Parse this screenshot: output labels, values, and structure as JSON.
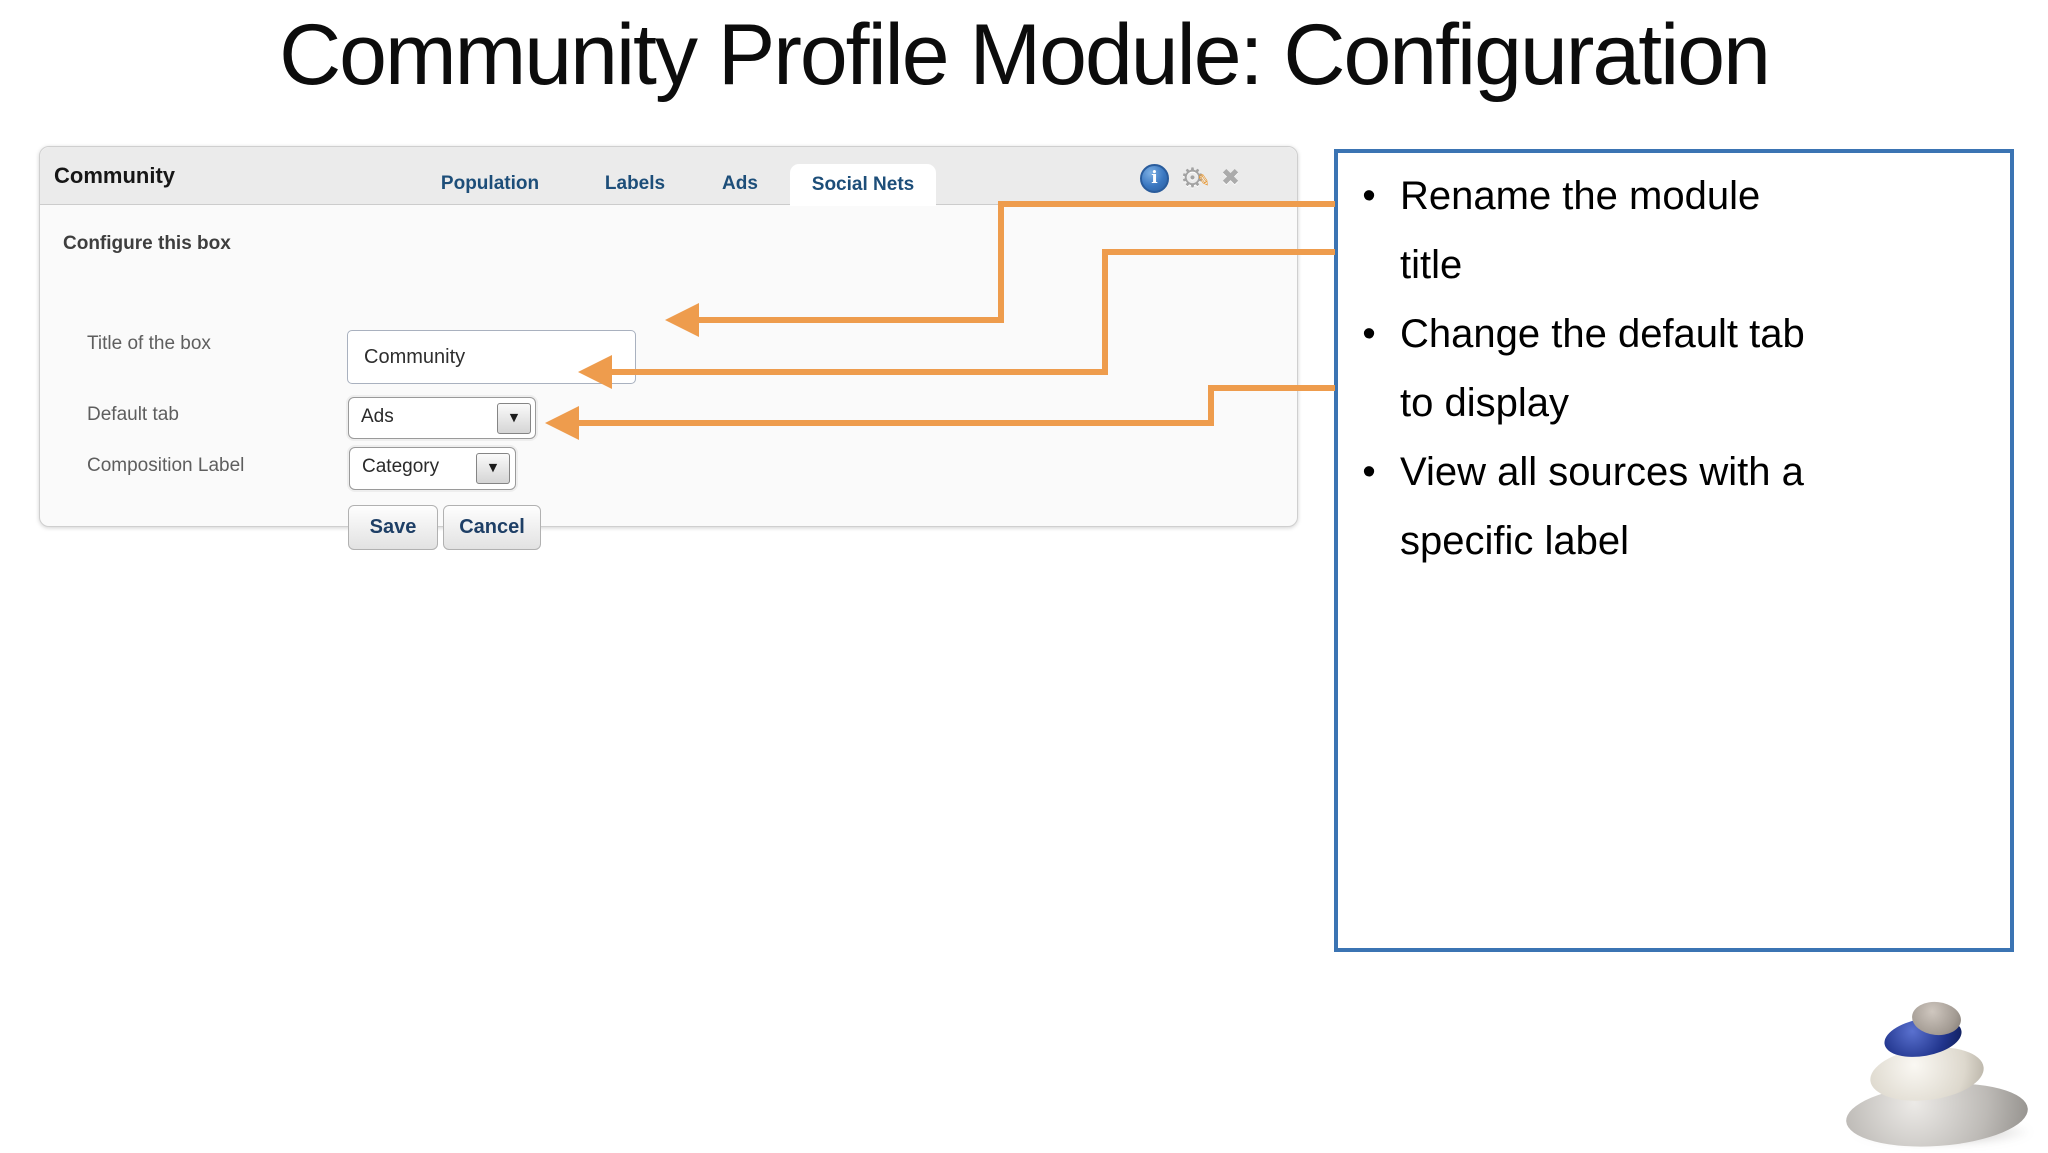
{
  "slide": {
    "title": "Community Profile Module: Configuration"
  },
  "module": {
    "header": {
      "title": "Community"
    },
    "tabs": [
      {
        "label": "Population",
        "active": false
      },
      {
        "label": "Labels",
        "active": false
      },
      {
        "label": "Ads",
        "active": false
      },
      {
        "label": "Social Nets",
        "active": true
      }
    ],
    "icons": {
      "info_glyph": "i",
      "gear_glyph": "⚙",
      "pencil_glyph": "✎",
      "close_glyph": "✖"
    },
    "form": {
      "section_title": "Configure this box",
      "fields": [
        {
          "label": "Title of the box",
          "type": "text",
          "value": "Community"
        },
        {
          "label": "Default tab",
          "type": "select",
          "value": "Ads"
        },
        {
          "label": "Composition Label",
          "type": "select",
          "value": "Category"
        }
      ],
      "dropdown_glyph": "▼",
      "buttons": {
        "save": "Save",
        "cancel": "Cancel"
      }
    }
  },
  "panel": {
    "bullet": "•",
    "items": [
      {
        "lines": [
          "Rename the module",
          "title"
        ]
      },
      {
        "lines": [
          "Change the default tab",
          "to display"
        ]
      },
      {
        "lines": [
          "View all sources with a",
          "specific label"
        ]
      }
    ]
  },
  "colors": {
    "arrow_orange": "#ee9c4d",
    "panel_border_blue": "#3b74b3",
    "tab_text_navy": "#1d4e79",
    "button_text_navy": "#1e3f66"
  }
}
